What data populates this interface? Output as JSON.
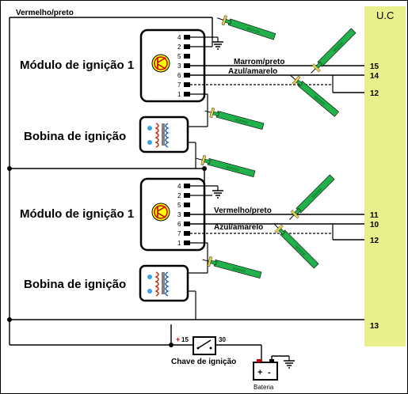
{
  "title_uc": "U.C",
  "wires": {
    "top_left": "Vermelho/preto",
    "m1_marrom": "Marrom/preto",
    "m1_azul": "Azul/amarelo",
    "m2_vermelho": "Vermelho/preto",
    "m2_azul": "Azul/amarelo"
  },
  "module1": {
    "label": "Módulo de ignição 1",
    "pins": [
      "4",
      "2",
      "5",
      "3",
      "6",
      "7",
      "1"
    ]
  },
  "coil1": {
    "label": "Bobina de ignição"
  },
  "module2": {
    "label": "Módulo de ignição 1",
    "pins": [
      "4",
      "2",
      "5",
      "3",
      "6",
      "7",
      "1"
    ]
  },
  "coil2": {
    "label": "Bobina de ignição"
  },
  "uc_terminals": [
    "15",
    "14",
    "12",
    "11",
    "10",
    "12",
    "13"
  ],
  "switch": {
    "label": "Chave de ignição",
    "in": "15",
    "out": "30",
    "plus": "+"
  },
  "battery": {
    "label": "Bateria"
  },
  "colors": {
    "uc_bar": "#e8ef8c",
    "probe": "#22b04a",
    "wire": "#000000",
    "module_yellow": "#ffff00"
  }
}
